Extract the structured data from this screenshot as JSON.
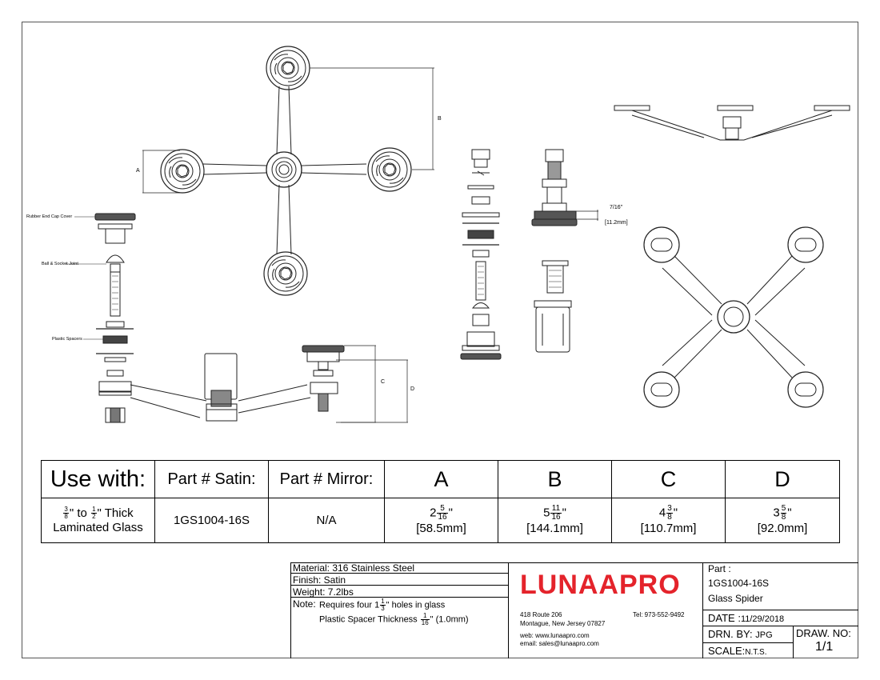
{
  "drawing": {
    "callouts": {
      "rubber_end_cap": "Rubber End Cap Cover",
      "ball_socket": "Ball & Socket Joint",
      "plastic_spacers": "Plastic Spacers"
    },
    "dimension_labels": {
      "a": "A",
      "b": "B",
      "c": "C",
      "d": "D"
    },
    "side_dim": {
      "inches": "7/16\"",
      "mm": "[11.2mm]"
    }
  },
  "spec_table": {
    "headers": {
      "use_with": "Use with:",
      "part_satin": "Part # Satin:",
      "part_mirror": "Part # Mirror:",
      "a": "A",
      "b": "B",
      "c": "C",
      "d": "D"
    },
    "row": {
      "use_with": {
        "frac1_num": "3",
        "frac1_den": "8",
        "to": "\" to",
        "frac2_num": "1",
        "frac2_den": "2",
        "thick": "\" Thick",
        "line2": "Laminated Glass"
      },
      "part_satin": "1GS1004-16S",
      "part_mirror": "N/A",
      "a": {
        "whole": "2",
        "num": "5",
        "den": "16",
        "unit": "\"",
        "mm": "[58.5mm]"
      },
      "b": {
        "whole": "5",
        "num": "11",
        "den": "16",
        "unit": "\"",
        "mm": "[144.1mm]"
      },
      "c": {
        "whole": "4",
        "num": "3",
        "den": "8",
        "unit": "\"",
        "mm": "[110.7mm]"
      },
      "d": {
        "whole": "3",
        "num": "5",
        "den": "8",
        "unit": "\"",
        "mm": "[92.0mm]"
      }
    }
  },
  "title_block": {
    "material": "Material: 316 Stainless Steel",
    "finish": "Finish: Satin",
    "weight": "Weight: 7.2lbs",
    "note_label": "Note:",
    "note1_pre": "Requires four 1",
    "note1_num": "1",
    "note1_den": "3",
    "note1_post": "\" holes in glass",
    "note2_pre": "Plastic Spacer Thickness",
    "note2_num": "1",
    "note2_den": "16",
    "note2_post": "\" (1.0mm)",
    "logo": "LUNAAPRO",
    "address1": "418 Route 206",
    "address2": "Montague, New Jersey 07827",
    "tel": "Tel: 973-552-9492",
    "web": "web: www.lunaapro.com",
    "email": "email: sales@lunaapro.com",
    "part_label": "Part :",
    "part_number": "1GS1004-16S",
    "part_name": "Glass Spider",
    "date_label": "DATE :",
    "date_value": "11/29/2018",
    "drn_label": "DRN. BY:",
    "drn_value": "JPG",
    "draw_no_label": "DRAW. NO:",
    "draw_no_value": "1/1",
    "scale_label": "SCALE:",
    "scale_value": "N.T.S."
  }
}
